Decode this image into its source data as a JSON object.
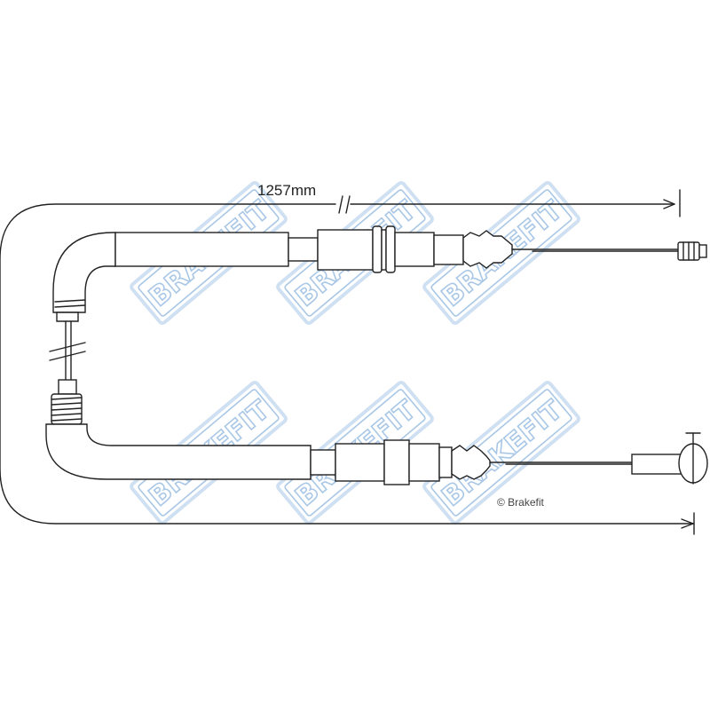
{
  "diagram": {
    "dimension_label": "1257mm",
    "copyright": "© Brakefit",
    "watermark_text": "BRAKEFIT",
    "colors": {
      "line": "#222222",
      "watermark": "#a9c7e6"
    }
  }
}
